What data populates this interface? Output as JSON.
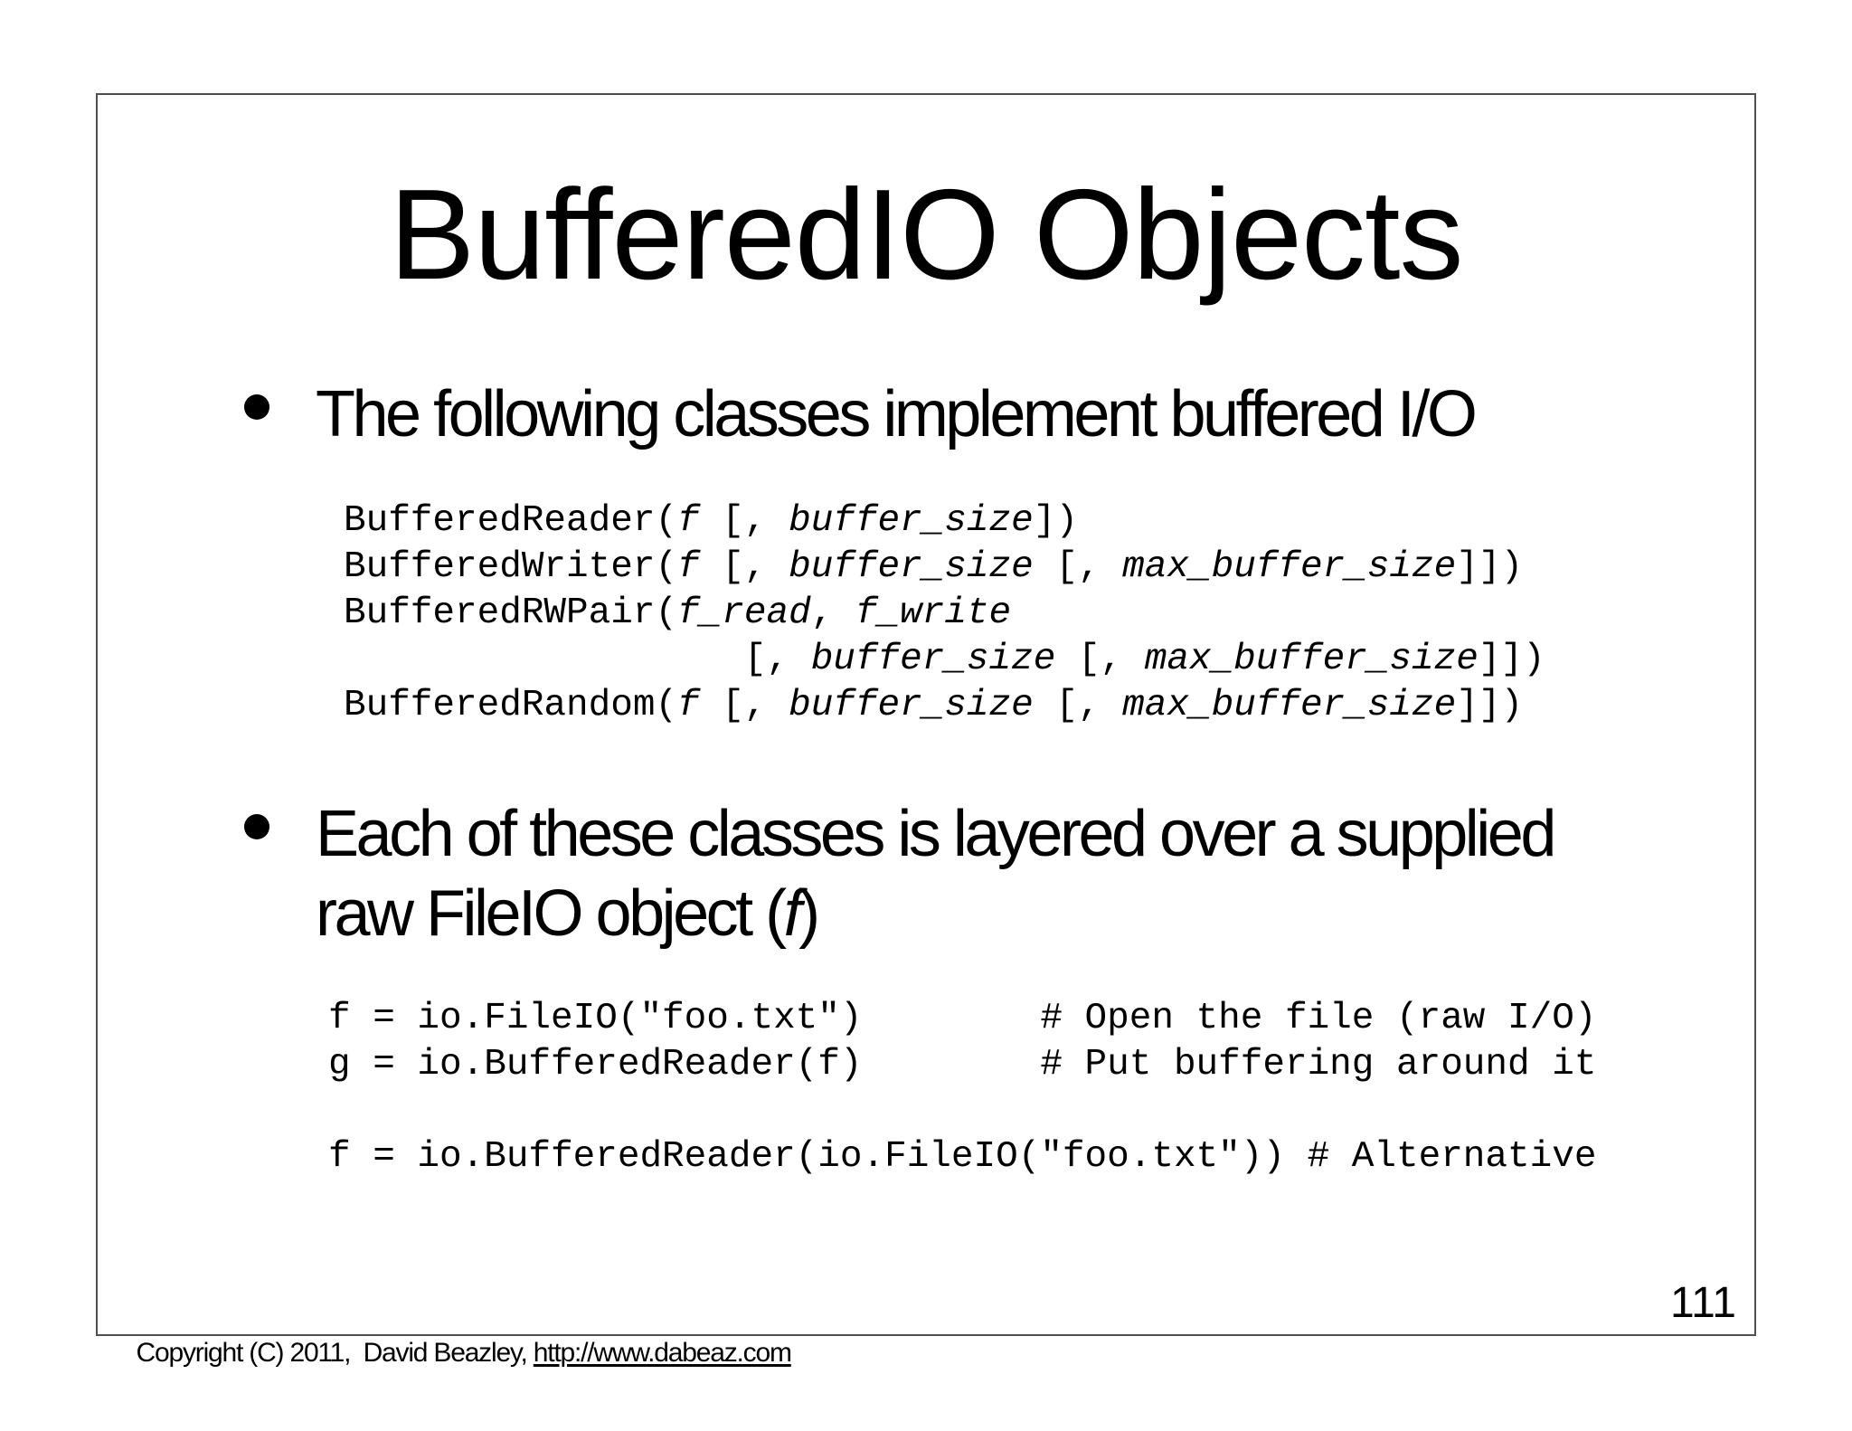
{
  "slide": {
    "title": "BufferedIO Objects",
    "bullets": [
      {
        "label": "The following classes implement buffered I/O"
      },
      {
        "lines": [
          [
            {
              "t": "Each of these classes is layered over a supplied",
              "i": false
            }
          ],
          [
            {
              "t": "raw FileIO object (",
              "i": false
            },
            {
              "t": "f",
              "i": true
            },
            {
              "t": ")",
              "i": false
            }
          ]
        ]
      }
    ],
    "code_signatures": {
      "lines": [
        [
          {
            "t": "BufferedReader(",
            "i": false
          },
          {
            "t": "f",
            "i": true
          },
          {
            "t": " [, ",
            "i": false
          },
          {
            "t": "buffer_size",
            "i": true
          },
          {
            "t": "])",
            "i": false
          }
        ],
        [
          {
            "t": "BufferedWriter(",
            "i": false
          },
          {
            "t": "f",
            "i": true
          },
          {
            "t": " [, ",
            "i": false
          },
          {
            "t": "buffer_size",
            "i": true
          },
          {
            "t": " [, ",
            "i": false
          },
          {
            "t": "max_buffer_size",
            "i": true
          },
          {
            "t": "]])",
            "i": false
          }
        ],
        [
          {
            "t": "BufferedRWPair(",
            "i": false
          },
          {
            "t": "f_read",
            "i": true
          },
          {
            "t": ", ",
            "i": false
          },
          {
            "t": "f_write",
            "i": true
          }
        ],
        [
          {
            "t": "                  [, ",
            "i": false
          },
          {
            "t": "buffer_size",
            "i": true
          },
          {
            "t": " [, ",
            "i": false
          },
          {
            "t": "max_buffer_size",
            "i": true
          },
          {
            "t": "]])",
            "i": false
          }
        ],
        [
          {
            "t": "BufferedRandom(",
            "i": false
          },
          {
            "t": "f",
            "i": true
          },
          {
            "t": " [, ",
            "i": false
          },
          {
            "t": "buffer_size",
            "i": true
          },
          {
            "t": " [, ",
            "i": false
          },
          {
            "t": "max_buffer_size",
            "i": true
          },
          {
            "t": "]])",
            "i": false
          }
        ]
      ]
    },
    "code_example": {
      "lines": [
        [
          {
            "t": "f = io.FileIO(\"foo.txt\")        # Open the file (raw I/O)",
            "i": false
          }
        ],
        [
          {
            "t": "g = io.BufferedReader(f)        # Put buffering around it",
            "i": false
          }
        ],
        [],
        [
          {
            "t": "f = io.BufferedReader(io.FileIO(\"foo.txt\")) # Alternative",
            "i": false
          }
        ]
      ]
    },
    "footer": {
      "copyright": "Copyright (C) 2011,  David Beazley, ",
      "link": "http://www.dabeaz.com"
    },
    "page_number": "111"
  },
  "colors": {
    "background": "#ffffff",
    "text": "#000000",
    "slide_border": "#4f4f4f"
  }
}
